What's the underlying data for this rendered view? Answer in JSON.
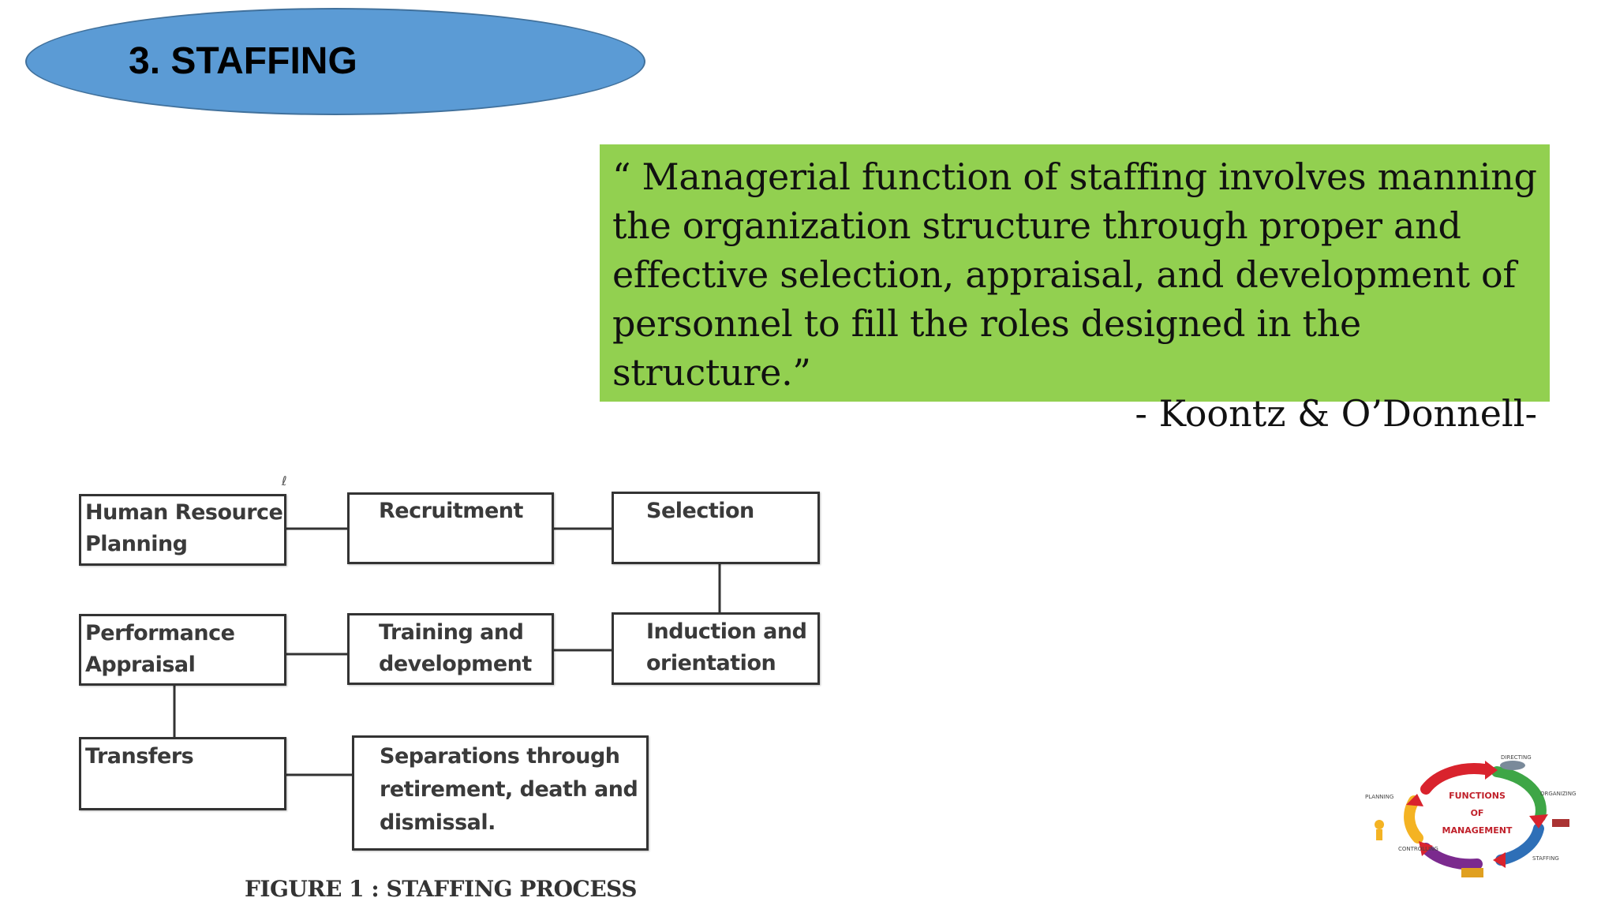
{
  "slide": {
    "title": "3. STAFFING",
    "quote": "“ Managerial function of staffing involves manning the organization structure through proper and effective selection, appraisal, and development of personnel to fill the roles designed in the structure.”",
    "attribution": "- Koontz & O’Donnell-"
  },
  "flowchart": {
    "boxes": {
      "hrp": "Human Resource Planning",
      "recruitment": "Recruitment",
      "selection": "Selection",
      "performance": "Performance Appraisal",
      "training": "Training and development",
      "induction": "Induction and orientation",
      "transfers": "Transfers",
      "separations": "Separations through retirement, death and dismissal."
    },
    "caption": "FIGURE 1 : STAFFING PROCESS"
  },
  "logo": {
    "center_lines": [
      "FUNCTIONS",
      "OF",
      "MANAGEMENT"
    ],
    "ring_labels": [
      "DIRECTING",
      "ORGANIZING",
      "STAFFING",
      "CONTROLLING",
      "PLANNING"
    ],
    "colors": [
      "#d9232d",
      "#3ea646",
      "#7b2a8e",
      "#f4b323",
      "#2e6fb7"
    ]
  },
  "colors": {
    "title_fill": "#5b9bd5",
    "quote_fill": "#92d050"
  }
}
